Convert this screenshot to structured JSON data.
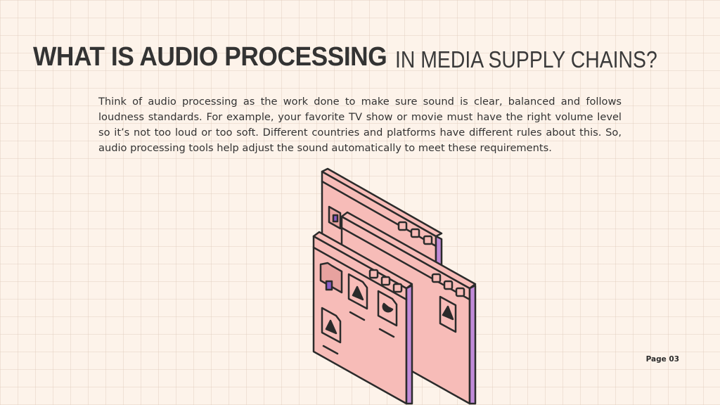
{
  "title": {
    "bold": "WHAT IS AUDIO PROCESSING",
    "light": "IN MEDIA SUPPLY CHAINS?"
  },
  "body": "Think of audio processing as the work done to make sure sound is clear, balanced and follows loudness standards. For example, your favorite TV show or movie must have the right volume level so it’s not too loud or too soft. Different countries and platforms have different rules about this. So, audio processing tools help adjust the sound automatically to meet these requirements.",
  "illustration": {
    "icon": "stacked-browser-windows-illustration",
    "colors": {
      "window": "#f7bcb8",
      "side": "#c08ad8",
      "outline": "#2b2b2b",
      "folder_accent": "#8a5cc8"
    }
  },
  "footer": {
    "page": "Page 03"
  }
}
